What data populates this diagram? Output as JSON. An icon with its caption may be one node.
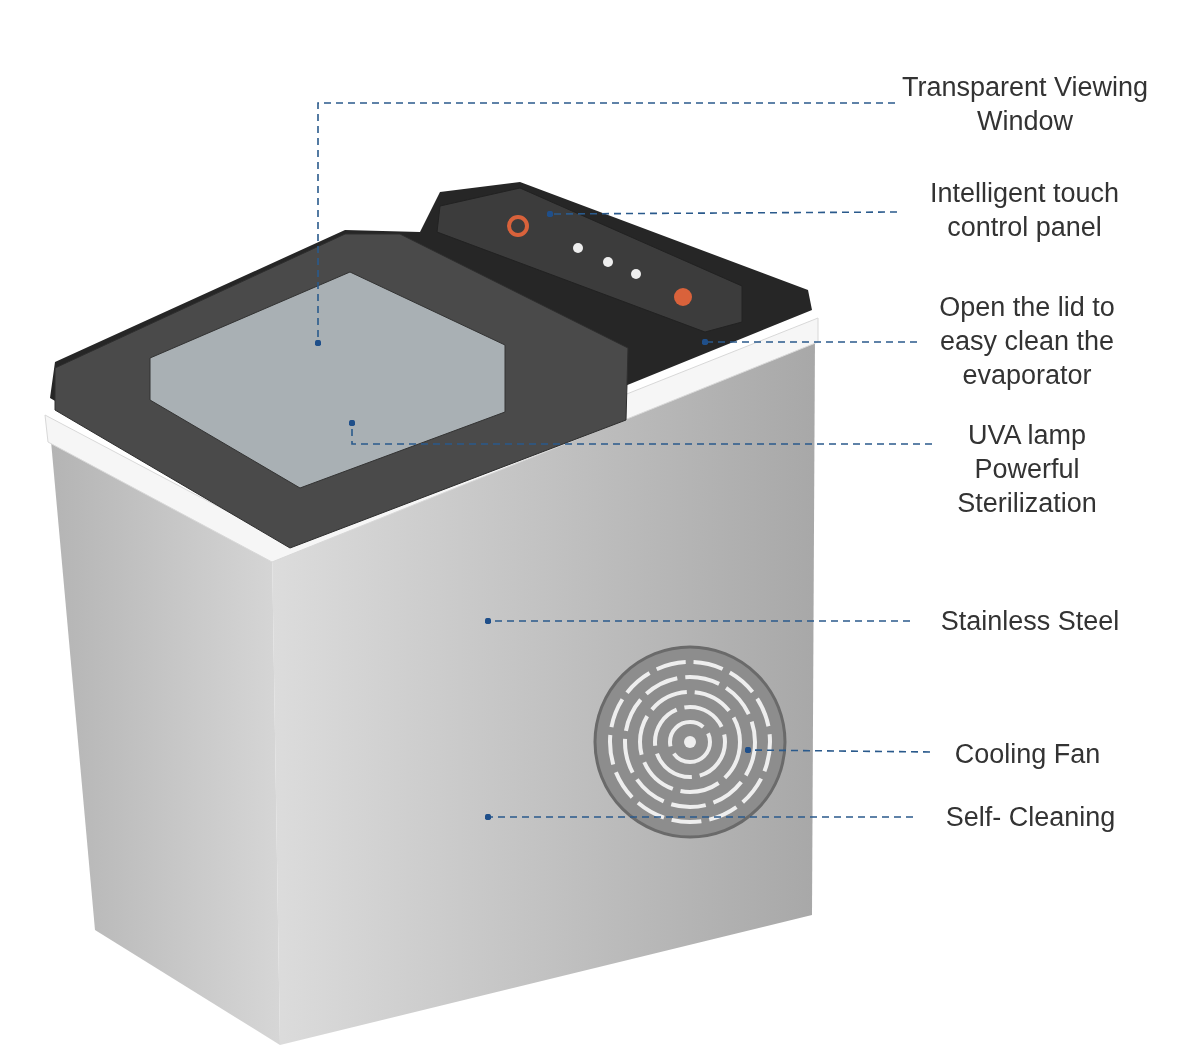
{
  "diagram": {
    "nodes": [
      {
        "text": [
          "Transparent Viewing Window"
        ]
      },
      {
        "text": [
          "Intelligent touch control panel"
        ]
      },
      {
        "text": [
          "Open the lid to easy clean the evaporator"
        ]
      },
      {
        "text": [
          "UVA lamp Powerful Sterilization"
        ]
      },
      {
        "text": [
          "Stainless Steel"
        ]
      },
      {
        "text": [
          "Cooling Fan"
        ]
      },
      {
        "text": [
          "Self- Cleaning"
        ]
      }
    ],
    "edges": [
      {
        "from": 0,
        "to": null,
        "arrow": "other"
      },
      {
        "from": 1,
        "to": null,
        "arrow": "other"
      },
      {
        "from": 2,
        "to": null,
        "arrow": "other"
      },
      {
        "from": 3,
        "to": null,
        "arrow": "other"
      },
      {
        "from": 4,
        "to": null,
        "arrow": "other"
      },
      {
        "from": 5,
        "to": null,
        "arrow": "other"
      },
      {
        "from": 6,
        "to": null,
        "arrow": "other"
      }
    ]
  }
}
